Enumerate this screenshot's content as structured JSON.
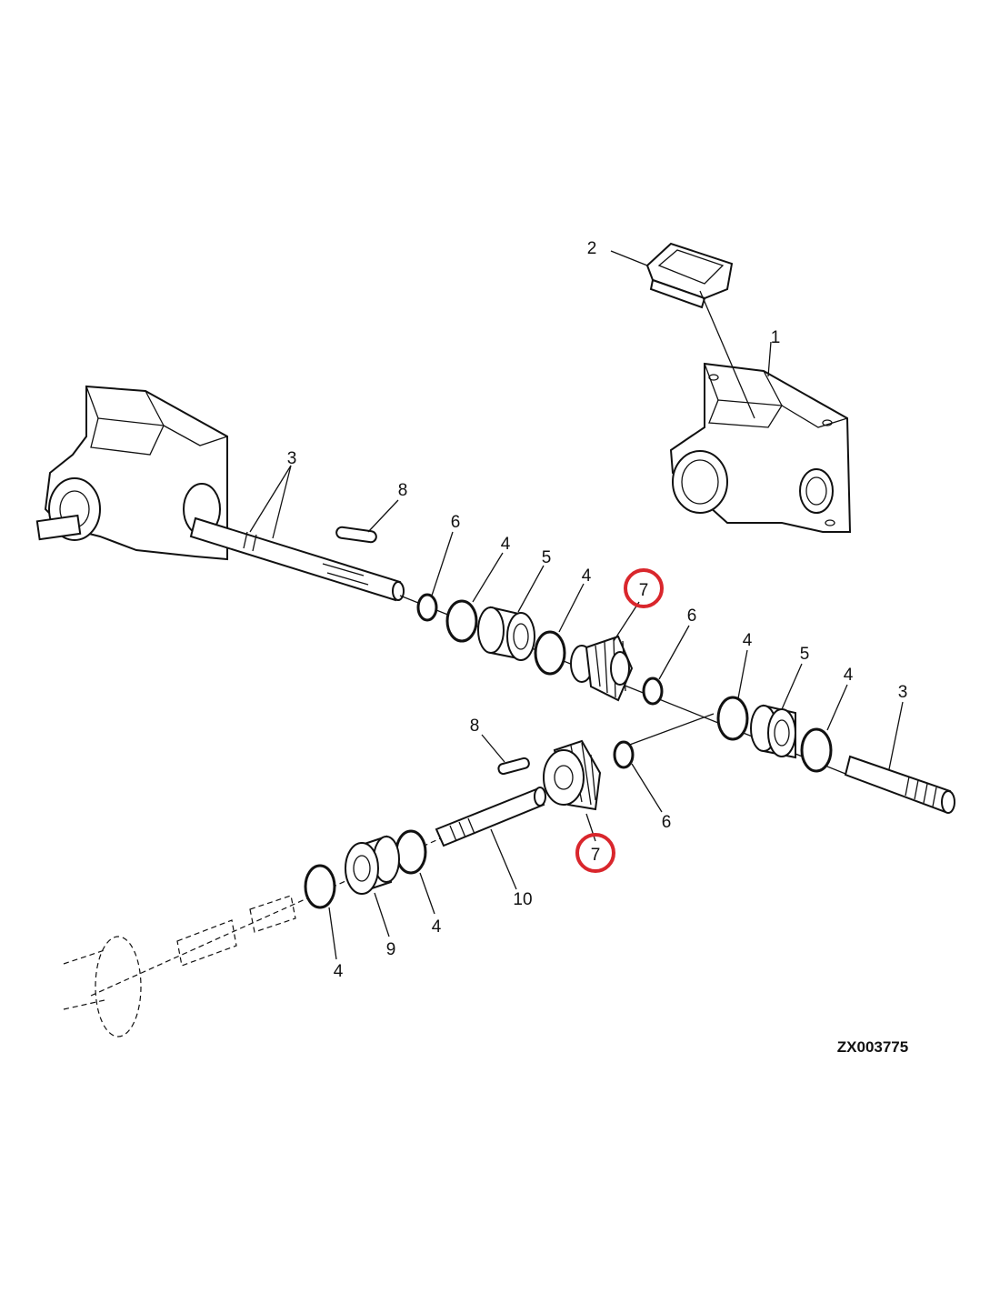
{
  "diagram": {
    "callouts": {
      "c2": "2",
      "c1": "1",
      "c3a": "3",
      "c8a": "8",
      "c6a": "6",
      "c4a": "4",
      "c5a": "5",
      "c4b": "4",
      "c7a": "7",
      "c6b": "6",
      "c4c": "4",
      "c5b": "5",
      "c4d": "4",
      "c3b": "3",
      "c8b": "8",
      "c6c": "6",
      "c7b": "7",
      "c10": "10",
      "c4e": "4",
      "c9": "9",
      "c4f": "4"
    },
    "drawing_code": "ZX003775",
    "highlight_color": "#d9262c"
  }
}
